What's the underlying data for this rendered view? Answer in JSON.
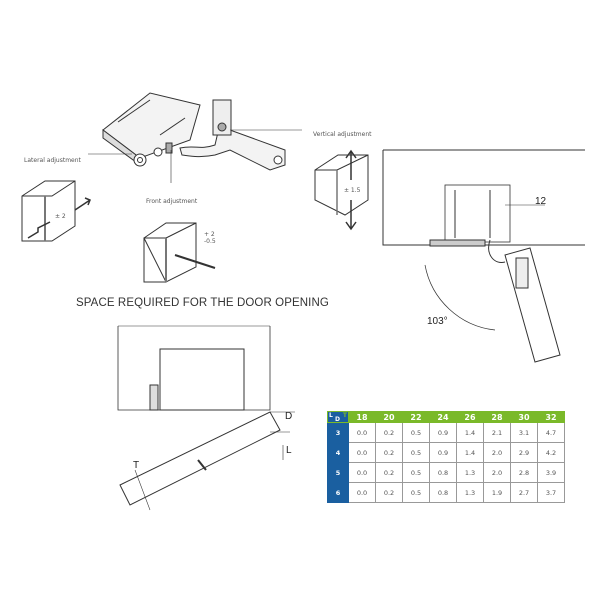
{
  "labels": {
    "lateral": "Lateral adjustment",
    "front": "Front adjustment",
    "vertical": "Vertical adjustment",
    "lateral_value": "± 2",
    "front_value_1": "+ 2",
    "front_value_2": "-0.5",
    "vertical_value": "± 1.5"
  },
  "title": "SPACE REQUIRED FOR THE DOOR OPENING",
  "dimensions": {
    "twelve": "12",
    "angle": "103°",
    "D": "D",
    "L": "L",
    "T": "T"
  },
  "table": {
    "corner": {
      "L": "L",
      "T": "T",
      "D": "D"
    },
    "columns": [
      "18",
      "20",
      "22",
      "24",
      "26",
      "28",
      "30",
      "32"
    ],
    "rows": [
      {
        "D": "3",
        "values": [
          "0.0",
          "0.2",
          "0.5",
          "0.9",
          "1.4",
          "2.1",
          "3.1",
          "4.7"
        ]
      },
      {
        "D": "4",
        "values": [
          "0.0",
          "0.2",
          "0.5",
          "0.9",
          "1.4",
          "2.0",
          "2.9",
          "4.2"
        ]
      },
      {
        "D": "5",
        "values": [
          "0.0",
          "0.2",
          "0.5",
          "0.8",
          "1.3",
          "2.0",
          "2.8",
          "3.9"
        ]
      },
      {
        "D": "6",
        "values": [
          "0.0",
          "0.2",
          "0.5",
          "0.8",
          "1.3",
          "1.9",
          "2.7",
          "3.7"
        ]
      }
    ],
    "colors": {
      "header": "#7ab929",
      "row_header": "#1a5fa0"
    }
  }
}
